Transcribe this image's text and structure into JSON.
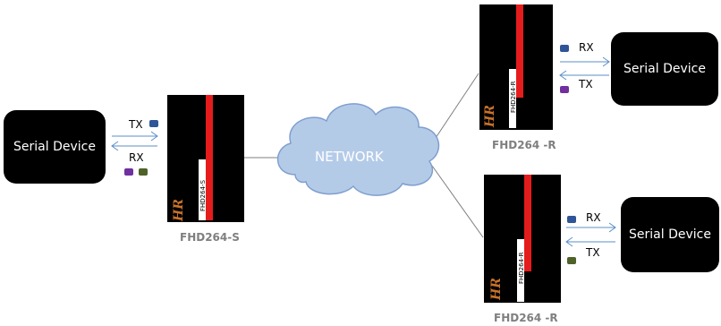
{
  "serial_device_label": "Serial Device",
  "network_label": "NETWORK",
  "sender": {
    "name": "FHD264-S",
    "model_tag": "FHD264-S",
    "logo": "HR"
  },
  "receiver_1": {
    "name": "FHD264 -R",
    "model_tag": "FHD264-R",
    "logo": "HR"
  },
  "receiver_2": {
    "name": "FHD264 -R",
    "model_tag": "FHD264-R",
    "logo": "HR"
  },
  "signals": {
    "tx": "TX",
    "rx": "RX"
  },
  "colors": {
    "stripe": "#e51c1c",
    "arrow": "#5b8fc7",
    "cloud": "#b4cbe8",
    "cloud_border": "#7f9fcf",
    "led_blue": "#2f5597",
    "led_purple": "#7030a0",
    "led_green": "#4f6228",
    "device_caption": "#7f7f7f"
  }
}
